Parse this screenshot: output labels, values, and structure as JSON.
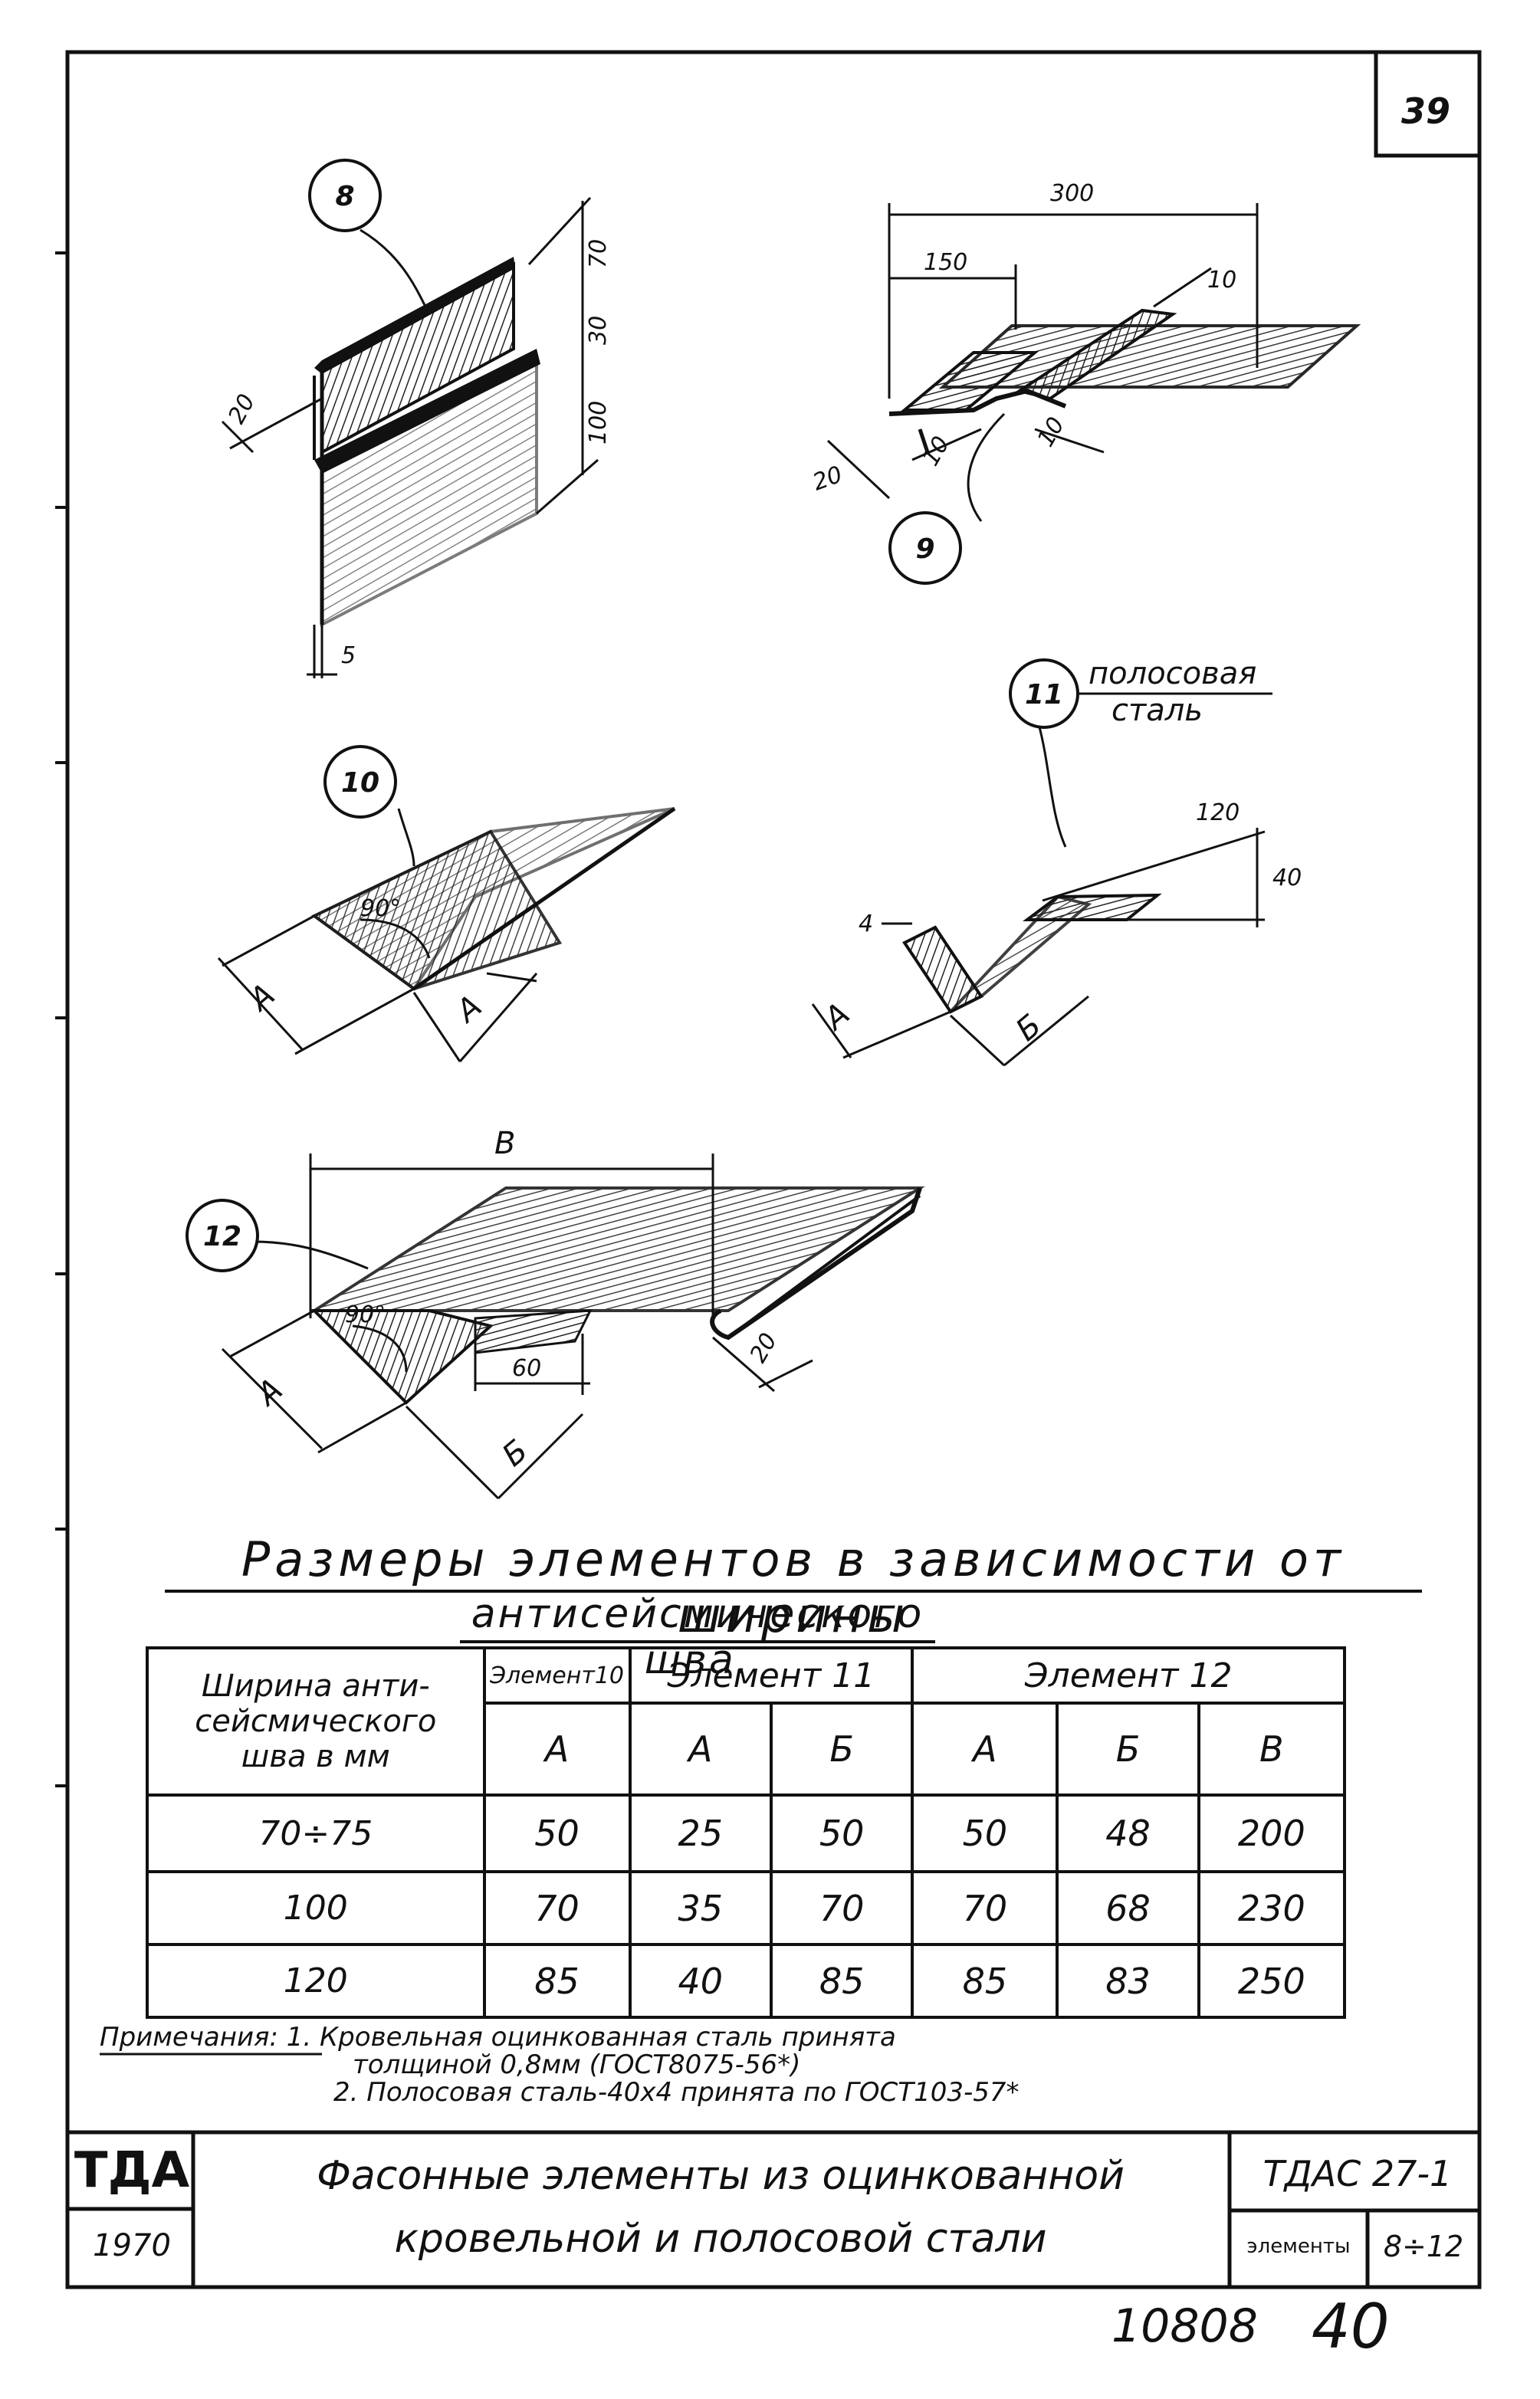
{
  "page_number": "39",
  "figures": {
    "bubbles": {
      "e8": "8",
      "e9": "9",
      "e10": "10",
      "e11": "11",
      "e12": "12"
    },
    "element8": {
      "d20": "20",
      "d70": "70",
      "d30": "30",
      "d100": "100",
      "d5": "5"
    },
    "element9": {
      "d300": "300",
      "d150": "150",
      "d10a": "10",
      "d10b": "10",
      "d10c": "10",
      "d20": "20"
    },
    "element10": {
      "angle": "90°",
      "a1": "A",
      "a2": "A"
    },
    "element11": {
      "material_line1": "полосовая",
      "material_line2": "сталь",
      "d120": "120",
      "d40": "40",
      "d4": "4",
      "a": "A",
      "b": "Б"
    },
    "element12": {
      "v": "В",
      "angle": "90°",
      "d60": "60",
      "d20": "20",
      "a": "A",
      "b": "Б"
    }
  },
  "heading": {
    "line1": "Размеры элементов в зависимости от ширины",
    "line2": "антисейсмического шва."
  },
  "table": {
    "row_header": "Ширина анти-сейсмического шва в мм",
    "element10": "Элемент10",
    "element11": "Элемент 11",
    "element12": "Элемент 12",
    "sub": {
      "e10_a": "A",
      "e11_a": "A",
      "e11_b": "Б",
      "e12_a": "A",
      "e12_b": "Б",
      "e12_v": "В"
    },
    "rows": [
      {
        "width": "70÷75",
        "e10_a": "50",
        "e11_a": "25",
        "e11_b": "50",
        "e12_a": "50",
        "e12_b": "48",
        "e12_v": "200"
      },
      {
        "width": "100",
        "e10_a": "70",
        "e11_a": "35",
        "e11_b": "70",
        "e12_a": "70",
        "e12_b": "68",
        "e12_v": "230"
      },
      {
        "width": "120",
        "e10_a": "85",
        "e11_a": "40",
        "e11_b": "85",
        "e12_a": "85",
        "e12_b": "83",
        "e12_v": "250"
      }
    ]
  },
  "notes": {
    "label": "Примечания:",
    "n1a": "1. Кровельная оцинкованная сталь принята",
    "n1b": "толщиной 0,8мм (ГОСТ8075-56*)",
    "n2": "2. Полосовая сталь-40х4 принята по ГОСТ103-57*"
  },
  "title_block": {
    "org": "ТДА",
    "year": "1970",
    "title_line1": "Фасонные элементы из оцинкованной",
    "title_line2": "кровельной и полосовой стали",
    "code": "ТДАС 27-1",
    "elements_label": "элементы",
    "elements_range": "8÷12"
  },
  "footer": {
    "number": "10808",
    "page": "40"
  }
}
